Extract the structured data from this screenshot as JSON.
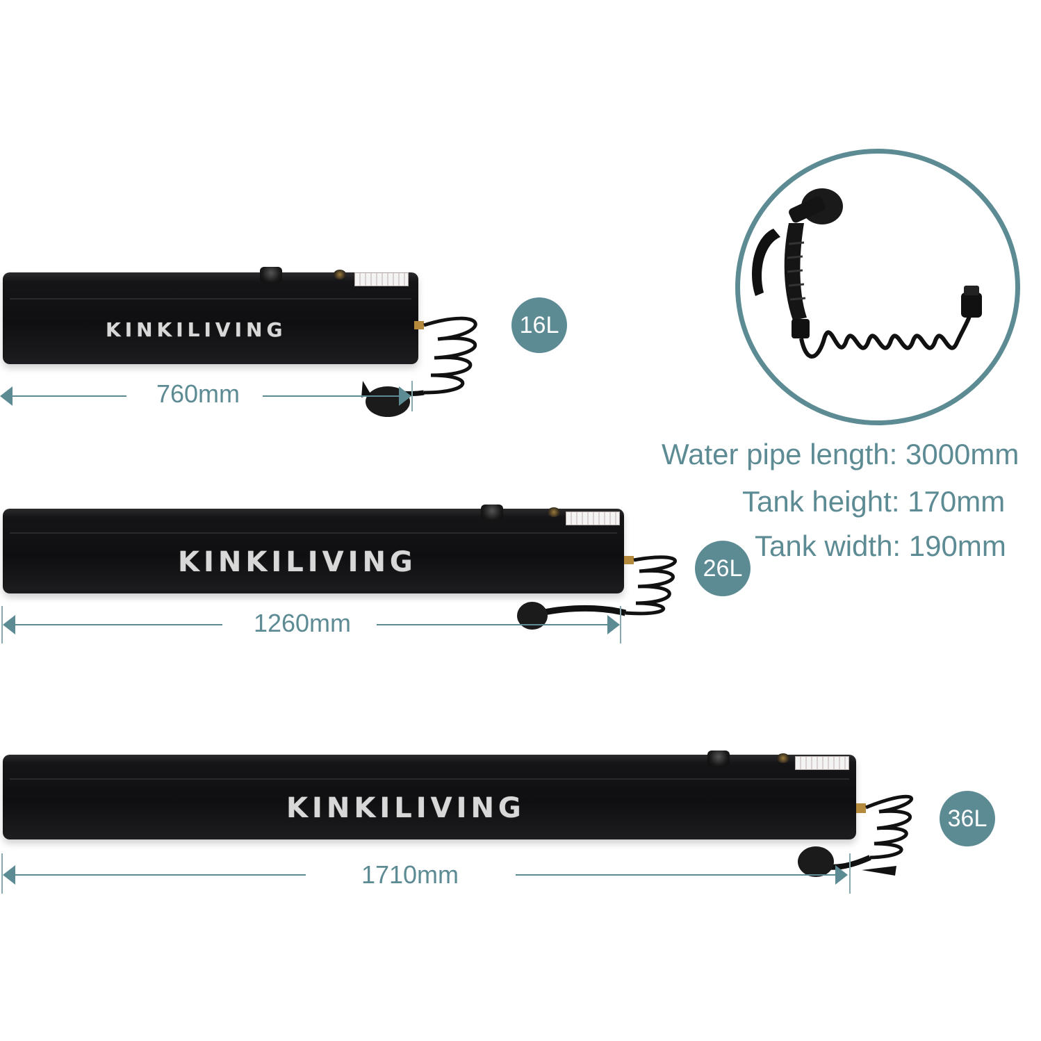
{
  "brand_color": "#5d8b94",
  "tanks": [
    {
      "brand": "KINKILIVING",
      "capacity": "16L",
      "length": "760mm"
    },
    {
      "brand": "KINKILIVING",
      "capacity": "26L",
      "length": "1260mm"
    },
    {
      "brand": "KINKILIVING",
      "capacity": "36L",
      "length": "1710mm"
    }
  ],
  "specs": {
    "pipe": "Water pipe length: 3000mm",
    "height": "Tank height: 170mm",
    "width": "Tank width: 190mm"
  },
  "icons": [
    "hose-spray-nozzle-icon",
    "coiled-hose-icon"
  ]
}
